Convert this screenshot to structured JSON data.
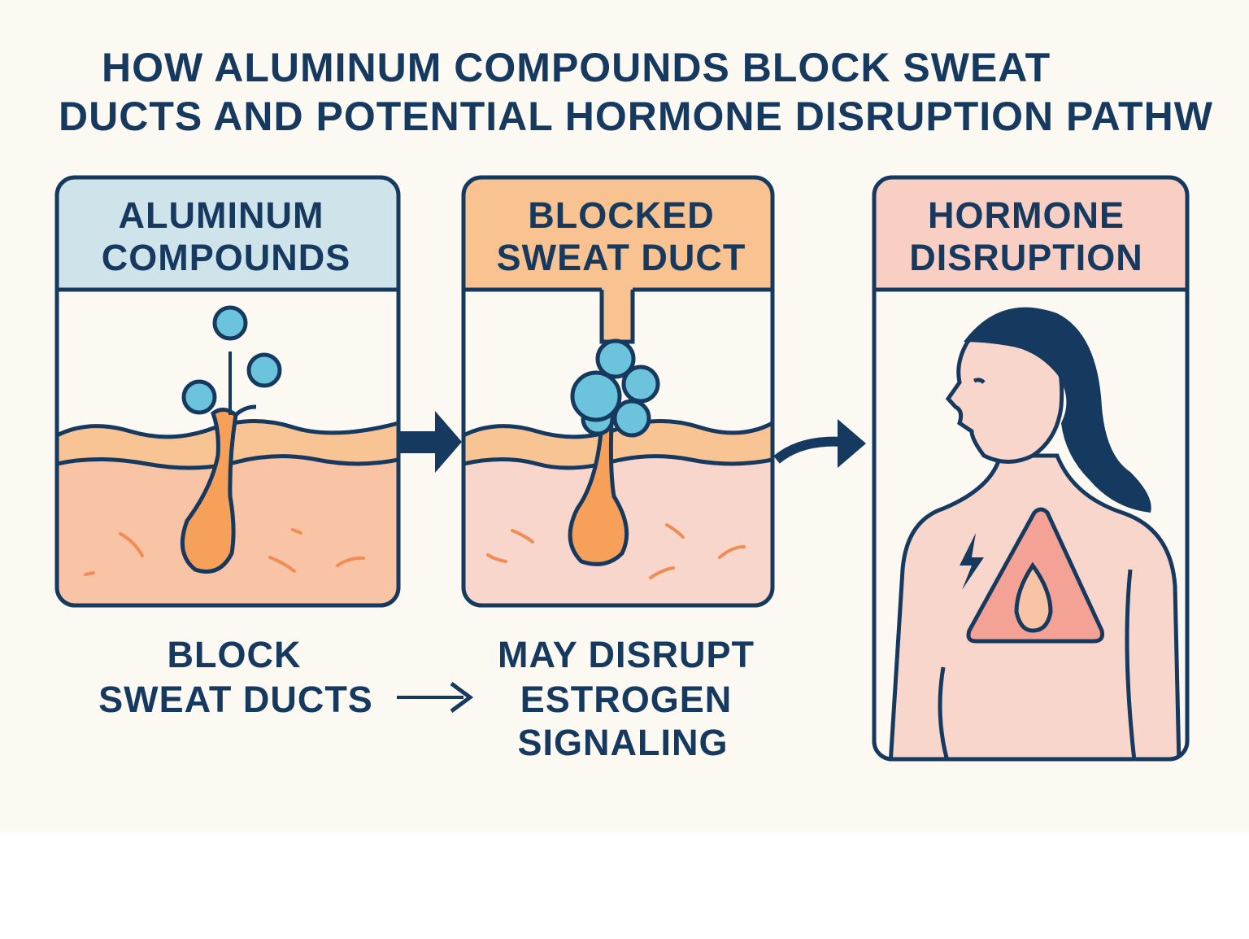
{
  "title": {
    "line1": "HOW ALUMINUM COMPOUNDS BLOCK SWEAT",
    "line2": "DUCTS AND POTENTIAL HORMONE DISRUPTION PATHW"
  },
  "panels": [
    {
      "header_line1": "ALUMINUM",
      "header_line2": "COMPOUNDS",
      "color": "#cfe3ea"
    },
    {
      "header_line1": "BLOCKED",
      "header_line2": "SWEAT DUCT",
      "color": "#f8c390"
    },
    {
      "header_line1": "HORMONE",
      "header_line2": "DISRUPTION",
      "color": "#f9cfc4"
    }
  ],
  "captions": {
    "block": {
      "line1": "BLOCK",
      "line2": "SWEAT DUCTS"
    },
    "disrupt": {
      "line1": "MAY DISRUPT",
      "line2": "ESTROGEN",
      "line3": "SIGNALING"
    }
  },
  "colors": {
    "ink": "#16395f",
    "background": "#fcf9f3",
    "aluminum": "#6cc3dc",
    "sweat": "#f7a05a",
    "skin": "#f9c3a6",
    "skin_light": "#f9d6cb",
    "warning": "#f4a295"
  }
}
